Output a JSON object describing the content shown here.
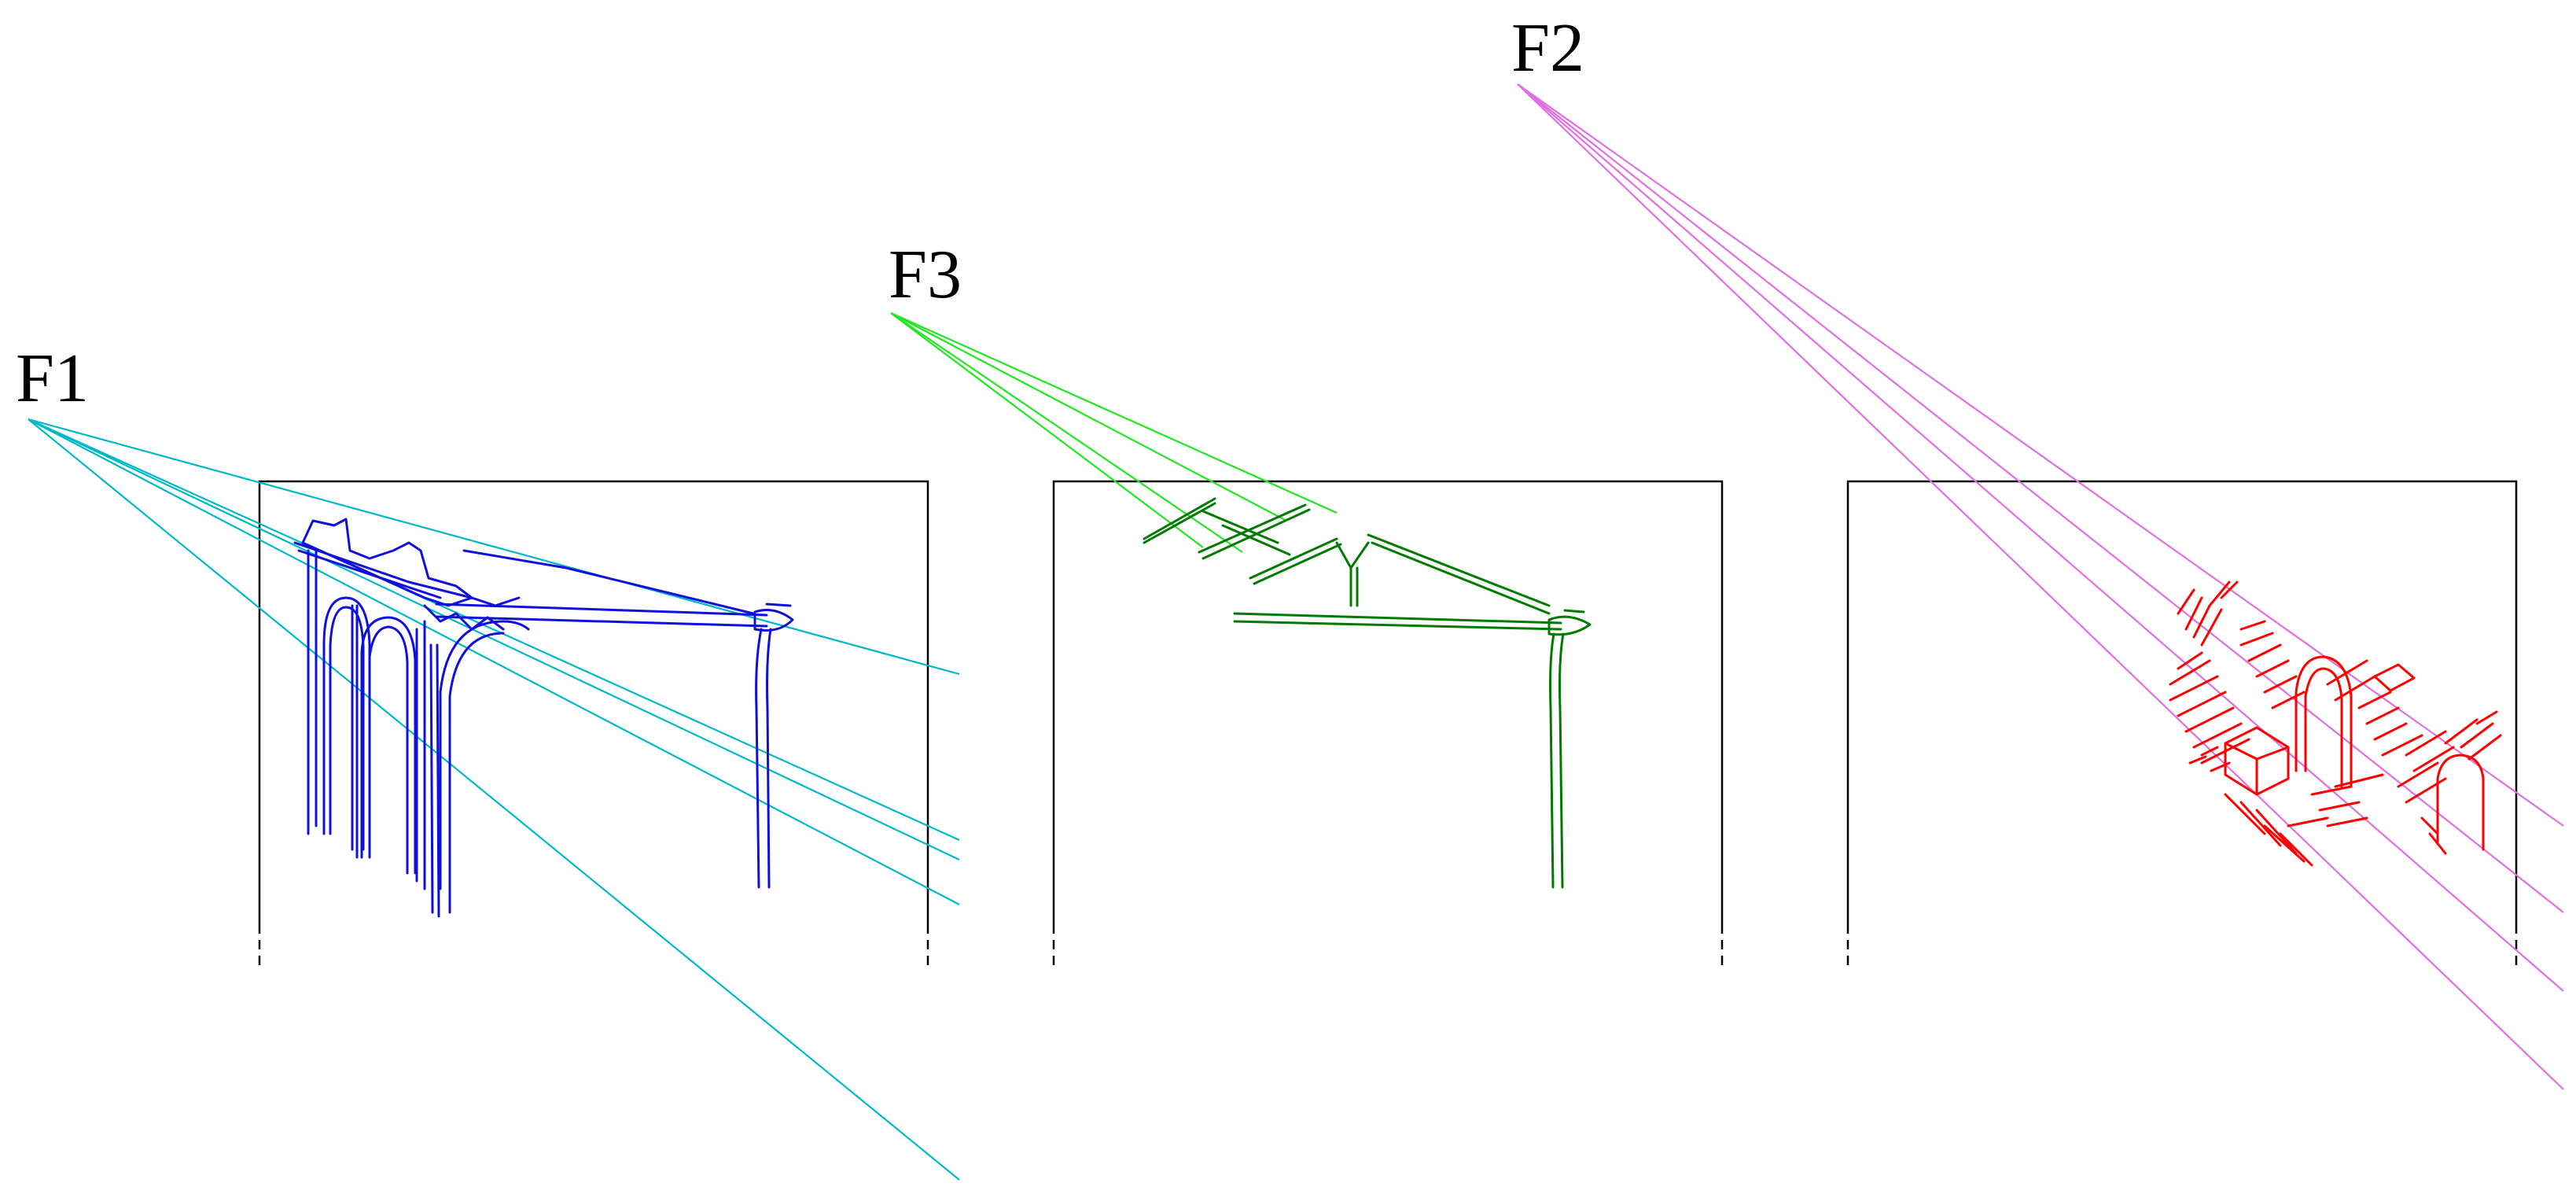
{
  "vanishing_points": [
    {
      "label": "F1",
      "color": "#00b8c8"
    },
    {
      "label": "F2",
      "color": "#e070e0"
    },
    {
      "label": "F3",
      "color": "#22e622"
    }
  ],
  "panels": [
    {
      "edge_color": "#1010dd"
    },
    {
      "edge_color": "#007a00"
    },
    {
      "edge_color": "#ff0000"
    }
  ],
  "colors": {
    "frame": "#000000",
    "background": "#ffffff"
  }
}
